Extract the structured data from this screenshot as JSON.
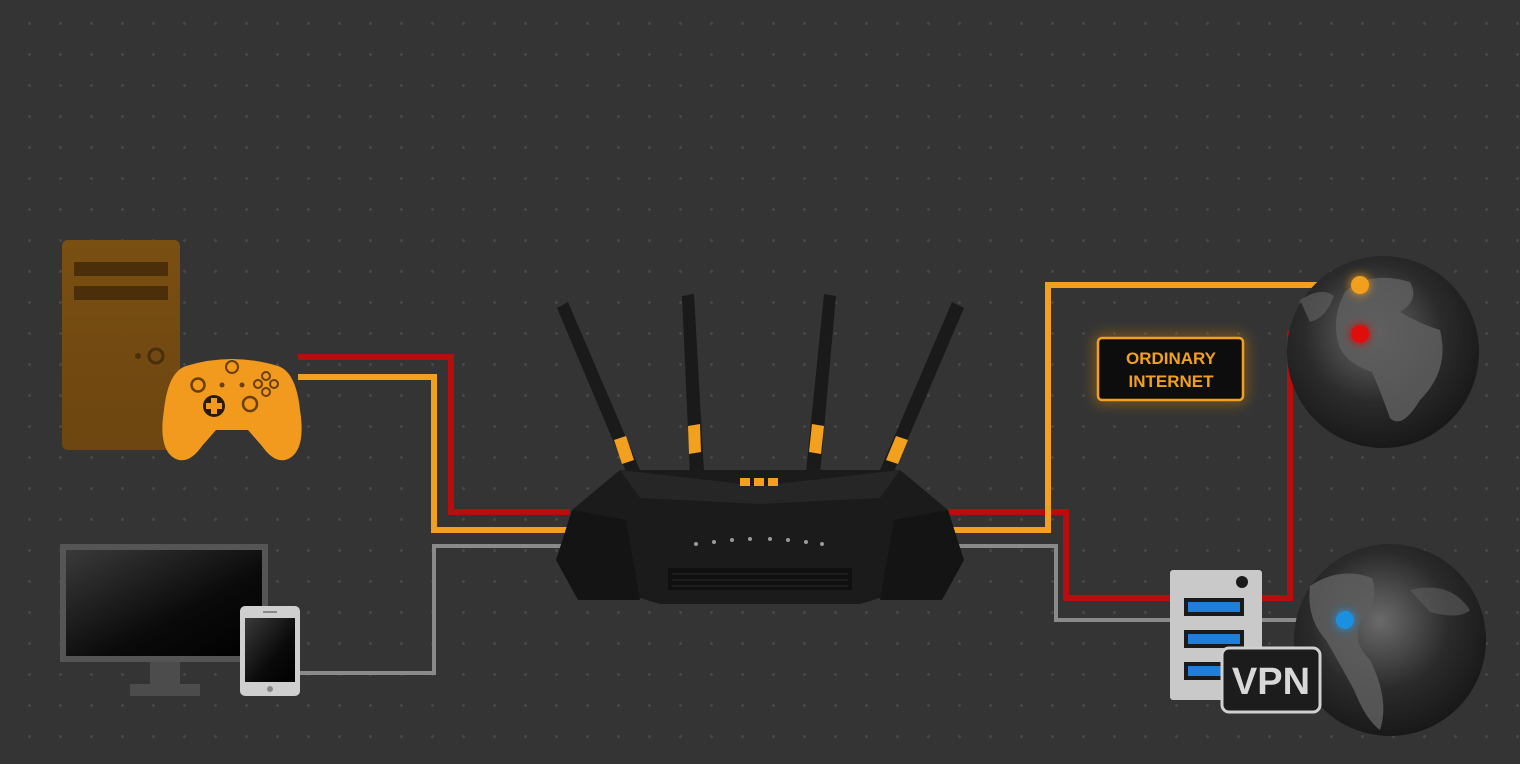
{
  "labels": {
    "ordinary_internet_line1": "ORDINARY",
    "ordinary_internet_line2": "INTERNET",
    "vpn": "VPN"
  },
  "colors": {
    "background": "#343434",
    "orange": "#F2A01E",
    "red": "#B80D0D",
    "gray": "#8A8A8A",
    "blue": "#1E90E0",
    "router_body": "#1B1B1B"
  },
  "icons": [
    "pc-tower-icon",
    "gamepad-icon",
    "monitor-icon",
    "tablet-icon",
    "router-icon",
    "vpn-server-icon",
    "globe-icon"
  ]
}
